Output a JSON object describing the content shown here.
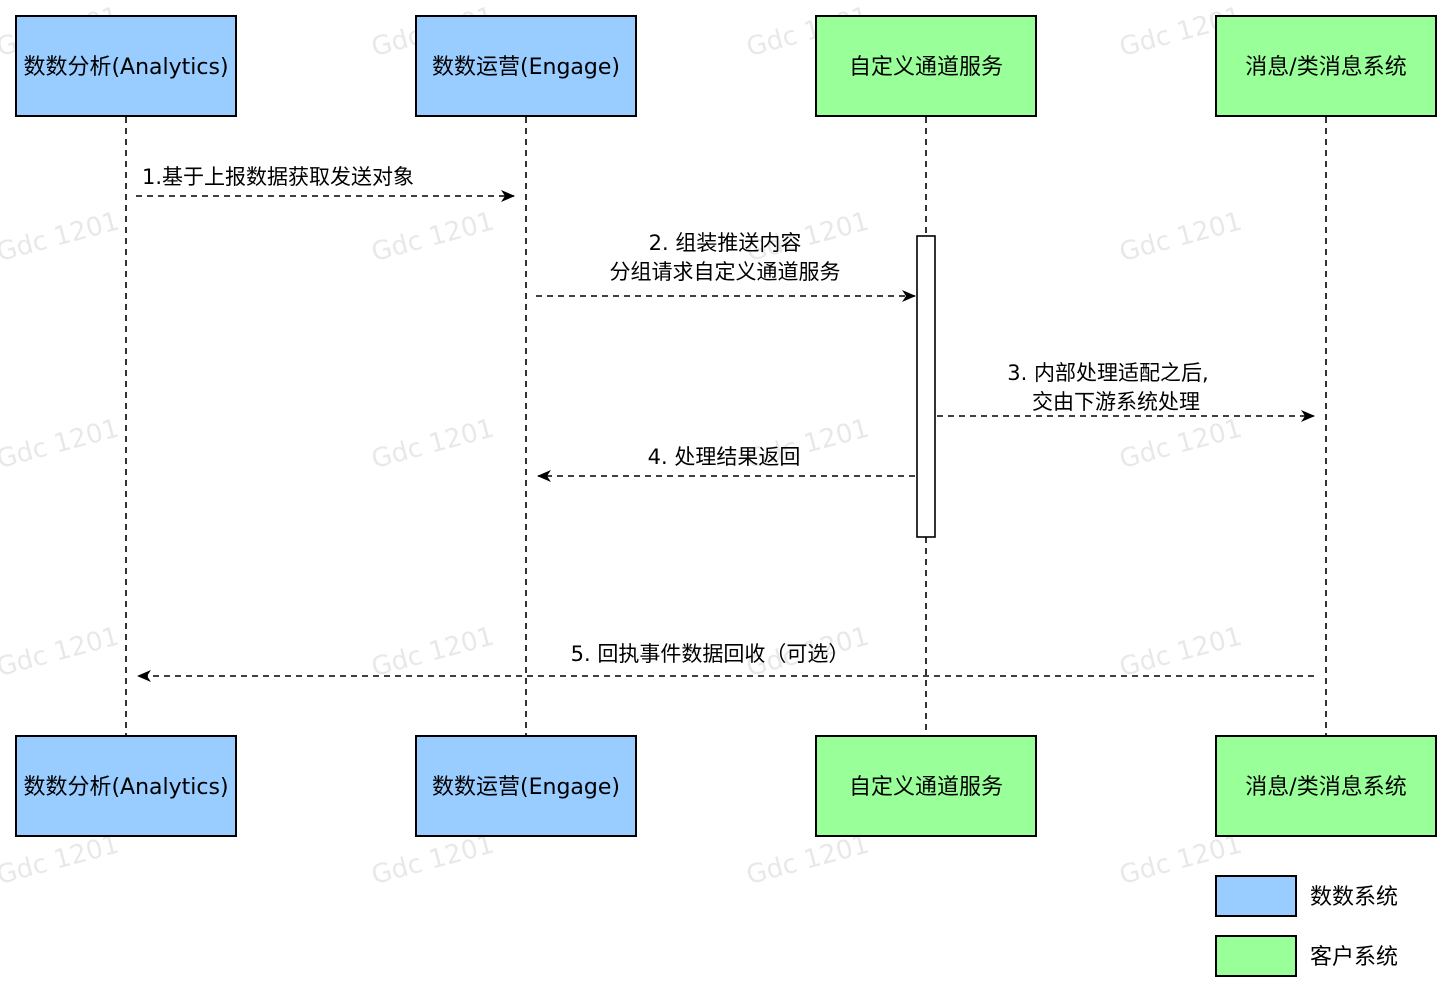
{
  "colors": {
    "blue": "#99ccff",
    "green": "#99ff99",
    "line": "#000000"
  },
  "actors": [
    {
      "id": "analytics",
      "label": "数数分析(Analytics)",
      "color": "#99ccff"
    },
    {
      "id": "engage",
      "label": "数数运营(Engage)",
      "color": "#99ccff"
    },
    {
      "id": "custom",
      "label": "自定义通道服务",
      "color": "#99ff99"
    },
    {
      "id": "message",
      "label": "消息/类消息系统",
      "color": "#99ff99"
    }
  ],
  "messages": [
    {
      "id": "msg1",
      "from": "analytics",
      "to": "engage",
      "lines": [
        "1.基于上报数据获取发送对象"
      ]
    },
    {
      "id": "msg2",
      "from": "engage",
      "to": "custom",
      "lines": [
        "2. 组装推送内容",
        "分组请求自定义通道服务"
      ]
    },
    {
      "id": "msg3",
      "from": "custom",
      "to": "message",
      "lines": [
        "3. 内部处理适配之后,",
        "交由下游系统处理"
      ]
    },
    {
      "id": "msg4",
      "from": "custom",
      "to": "engage",
      "lines": [
        "4. 处理结果返回"
      ]
    },
    {
      "id": "msg5",
      "from": "message",
      "to": "analytics",
      "lines": [
        "5. 回执事件数据回收（可选）"
      ]
    }
  ],
  "legend": [
    {
      "label": "数数系统",
      "color": "#99ccff"
    },
    {
      "label": "客户系统",
      "color": "#99ff99"
    }
  ],
  "watermark": "Gdc 1201"
}
